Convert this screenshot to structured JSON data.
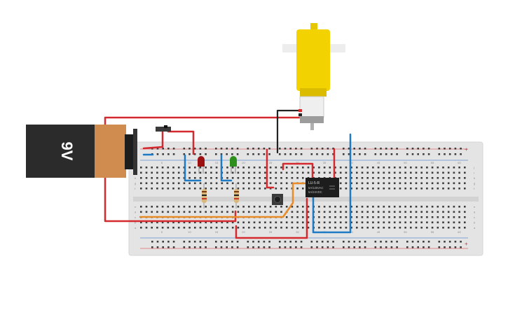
{
  "battery": {
    "label": "9V"
  },
  "relay": {
    "line1": "LU-5-R",
    "line2": "5A/125VAC",
    "line3": "5A/24VDC"
  },
  "breadboard": {
    "row_letters_top": [
      "j",
      "i",
      "h",
      "g",
      "f"
    ],
    "row_letters_bottom": [
      "e",
      "d",
      "c",
      "b",
      "a"
    ],
    "column_numbers": [
      "5",
      "10",
      "15",
      "20",
      "25",
      "30",
      "35",
      "40",
      "45",
      "50",
      "55",
      "60"
    ]
  },
  "colors": {
    "wire_red": "#d3292f",
    "wire_blue": "#1f7ac4",
    "wire_orange": "#e88c2a",
    "wire_black": "#222222",
    "battery_body": "#2b2b2b",
    "battery_wrap": "#d08c4f",
    "motor": "#f2d200",
    "led_red": "#9b1111",
    "led_green": "#2c8f1b",
    "board": "#e3e3e3"
  }
}
